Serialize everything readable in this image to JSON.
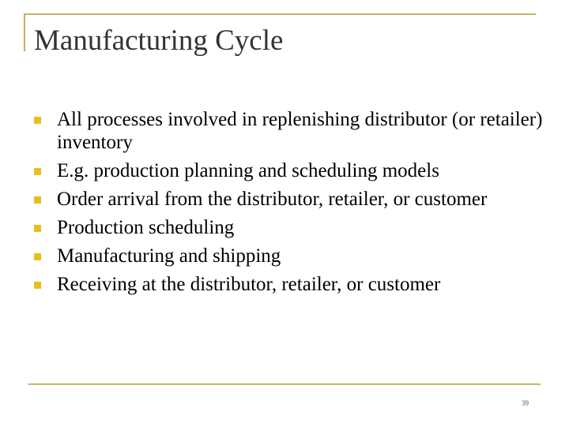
{
  "slide": {
    "title": "Manufacturing Cycle",
    "bullets": [
      {
        "text": "All processes involved in replenishing distributor (or retailer) inventory"
      },
      {
        "text": "E.g. production planning and scheduling models"
      },
      {
        "text": "Order arrival from the distributor, retailer, or customer"
      },
      {
        "text": "Production scheduling"
      },
      {
        "text": "Manufacturing and shipping"
      },
      {
        "text": "Receiving at the distributor, retailer, or customer"
      }
    ],
    "page_number": "39"
  },
  "colors": {
    "accent_line": "#c8b463",
    "bullet_marker": "#e6bf1e",
    "title_text": "#333333"
  },
  "icons": {
    "bullet": "square-bullet-icon"
  }
}
